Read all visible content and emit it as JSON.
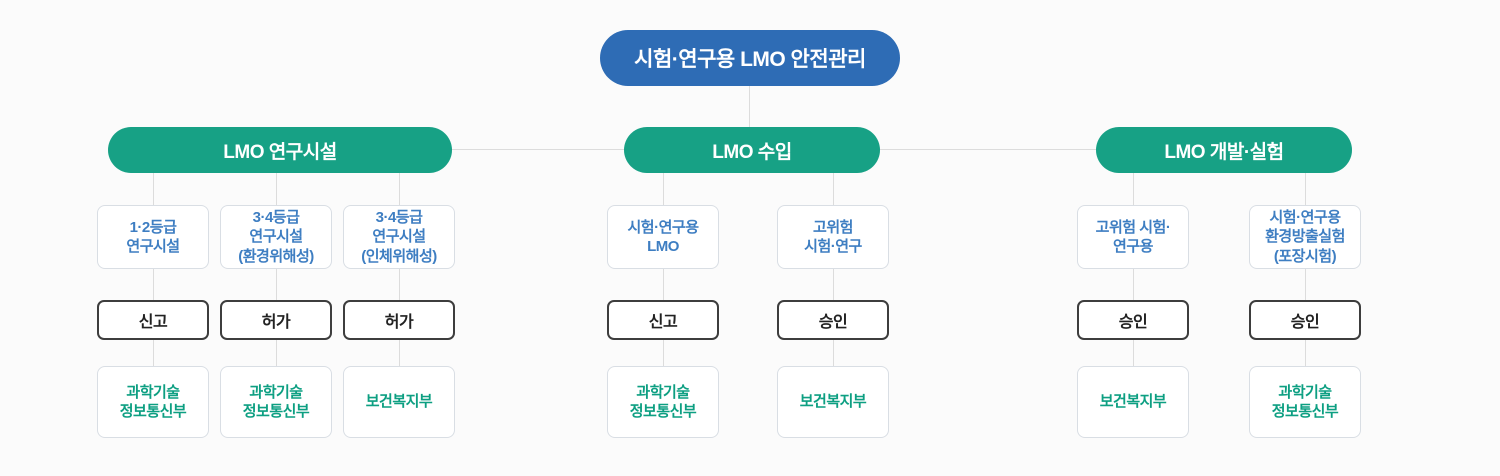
{
  "diagram_title": "시험·연구용 LMO 안전관리",
  "colors": {
    "root_pill": "#2e6cb5",
    "group_pill": "#17a185",
    "top_box_text": "#3e7ec2",
    "bottom_box_text": "#0d9f82",
    "mid_box_border": "#3d3d3d",
    "connector_line": "#dcdcdc",
    "background": "#fbfbfb"
  },
  "root": {
    "label": "시험·연구용 LMO 안전관리"
  },
  "groups": [
    {
      "label": "LMO 연구시설",
      "columns": [
        {
          "top": "1·2등급\n연구시설",
          "mid": "신고",
          "bottom": "과학기술\n정보통신부"
        },
        {
          "top": "3·4등급\n연구시설\n(환경위해성)",
          "mid": "허가",
          "bottom": "과학기술\n정보통신부"
        },
        {
          "top": "3·4등급\n연구시설\n(인체위해성)",
          "mid": "허가",
          "bottom": "보건복지부"
        }
      ]
    },
    {
      "label": "LMO 수입",
      "columns": [
        {
          "top": "시험·연구용\nLMO",
          "mid": "신고",
          "bottom": "과학기술\n정보통신부"
        },
        {
          "top": "고위험\n시험·연구",
          "mid": "승인",
          "bottom": "보건복지부"
        }
      ]
    },
    {
      "label": "LMO 개발·실험",
      "columns": [
        {
          "top": "고위험 시험·\n연구용",
          "mid": "승인",
          "bottom": "보건복지부"
        },
        {
          "top": "시험·연구용\n환경방출실험\n(포장시험)",
          "mid": "승인",
          "bottom": "과학기술\n정보통신부"
        }
      ]
    }
  ]
}
